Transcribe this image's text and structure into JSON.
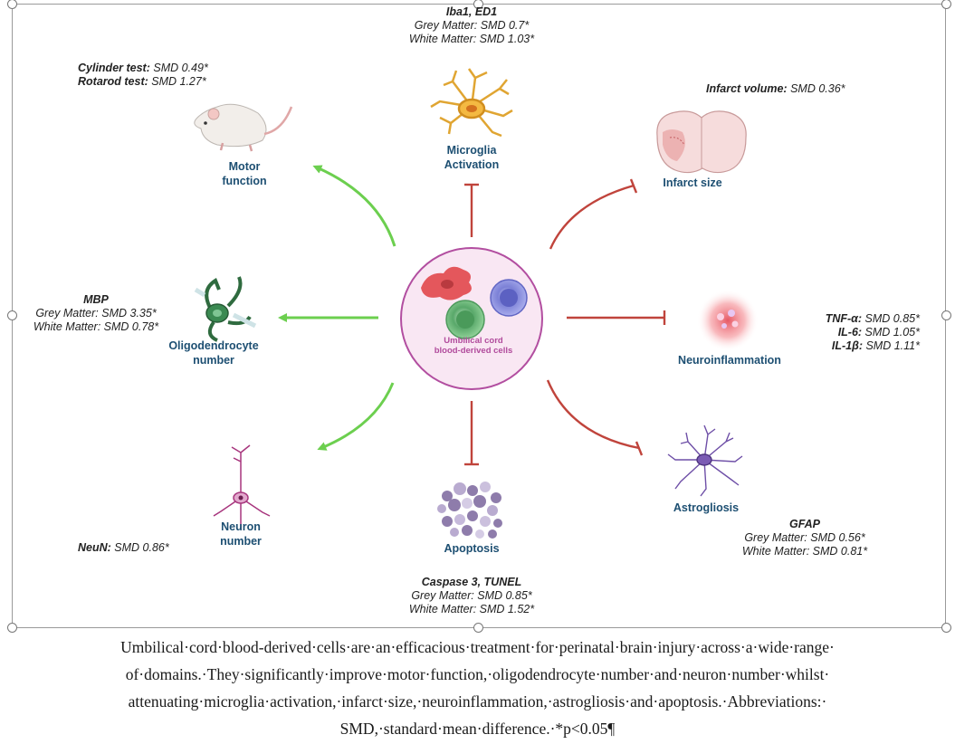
{
  "center": {
    "line1": "Umbilical cord",
    "line2": "blood-derived cells"
  },
  "nodes": {
    "motor": {
      "line1": "Motor",
      "line2": "function"
    },
    "microglia": {
      "line1": "Microglia",
      "line2": "Activation"
    },
    "infarct": {
      "label": "Infarct size"
    },
    "oligo": {
      "line1": "Oligodendrocyte",
      "line2": "number"
    },
    "neuroinflammation": {
      "label": "Neuroinflammation"
    },
    "neuron": {
      "line1": "Neuron",
      "line2": "number"
    },
    "apoptosis": {
      "label": "Apoptosis"
    },
    "astrogliosis": {
      "label": "Astrogliosis"
    }
  },
  "stats": {
    "motor": {
      "cylinder_name": "Cylinder test:",
      "cylinder_value": " SMD 0.49*",
      "rotarod_name": "Rotarod test:",
      "rotarod_value": " SMD 1.27*"
    },
    "microglia": {
      "marker": "Iba1, ED1",
      "grey": "Grey Matter: SMD 0.7*",
      "white": "White Matter: SMD 1.03*"
    },
    "infarct": {
      "name": "Infarct volume:",
      "value": " SMD 0.36*"
    },
    "oligo": {
      "marker": "MBP",
      "grey": "Grey Matter: SMD 3.35*",
      "white": "White Matter: SMD 0.78*"
    },
    "neuroinflammation": {
      "tnf_name": "TNF-α:",
      "tnf_value": " SMD 0.85*",
      "il6_name": "IL-6:",
      "il6_value": " SMD 1.05*",
      "il1_name": "IL-1β:",
      "il1_value": " SMD 1.11*"
    },
    "neuron": {
      "name": "NeuN:",
      "value": " SMD 0.86*"
    },
    "apoptosis": {
      "marker": "Caspase 3, TUNEL",
      "grey": "Grey Matter: SMD 0.85*",
      "white": "White Matter: SMD 1.52*"
    },
    "astrogliosis": {
      "marker": "GFAP",
      "grey": "Grey Matter: SMD 0.56*",
      "white": "White Matter: SMD 0.81*"
    }
  },
  "caption": {
    "line1": "Umbilical·cord·blood-derived·cells·are·an·efficacious·treatment·for·perinatal·brain·injury·across·a·wide·range·",
    "line2": "of·domains.·They·significantly·improve·motor·function,·oligodendrocyte·number·and·neuron·number·whilst·",
    "line3": "attenuating·microglia·activation,·infarct·size,·neuroinflammation,·astrogliosis·and·apoptosis.·Abbreviations:·",
    "line4": "SMD,·standard·mean·difference.·*p<0.05¶"
  },
  "colors": {
    "promote": "#6ccf4f",
    "inhibit": "#c0443c",
    "label": "#1d4f72",
    "center_fill": "#f9e7f3",
    "center_stroke": "#b24ea0"
  },
  "icons": {
    "motor": "rat-icon",
    "microglia": "microglia-cell-icon",
    "infarct": "brain-section-icon",
    "oligo": "oligodendrocyte-icon",
    "neuroinflammation": "inflammation-glow-icon",
    "neuron": "neuron-icon",
    "apoptosis": "apoptotic-cluster-icon",
    "astrogliosis": "astrocyte-icon"
  }
}
